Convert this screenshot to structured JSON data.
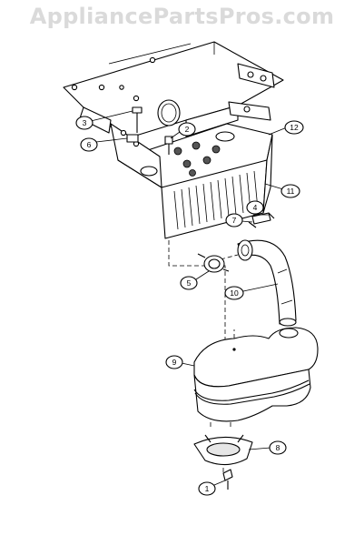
{
  "watermark": "AppliancePartsPros.com",
  "callouts": [
    {
      "id": "1",
      "label": "1"
    },
    {
      "id": "2",
      "label": "2"
    },
    {
      "id": "3",
      "label": "3"
    },
    {
      "id": "4",
      "label": "4"
    },
    {
      "id": "5",
      "label": "5"
    },
    {
      "id": "6",
      "label": "6"
    },
    {
      "id": "7",
      "label": "7"
    },
    {
      "id": "8",
      "label": "8"
    },
    {
      "id": "9",
      "label": "9"
    },
    {
      "id": "10",
      "label": "10"
    },
    {
      "id": "11",
      "label": "11"
    },
    {
      "id": "12",
      "label": "12"
    }
  ]
}
